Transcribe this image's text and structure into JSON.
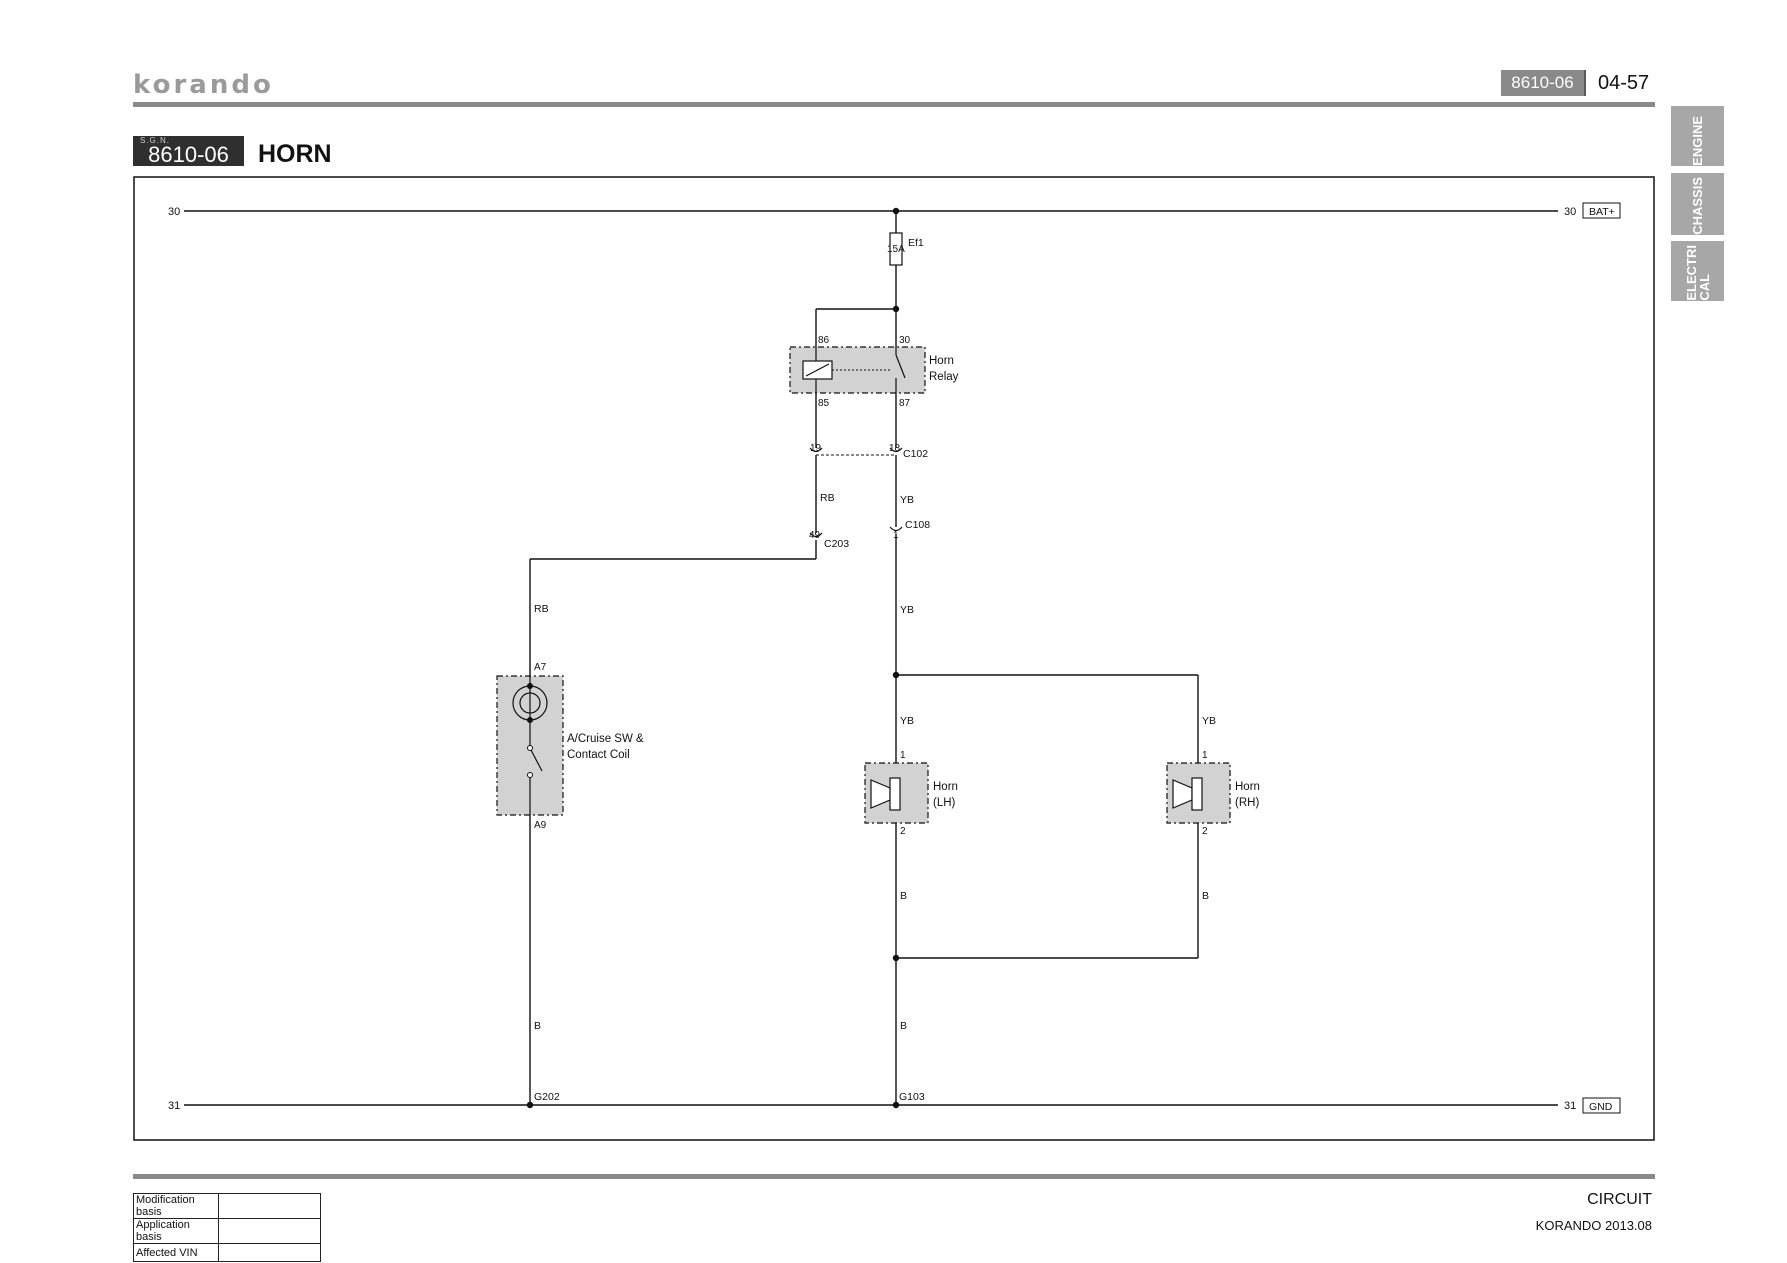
{
  "header": {
    "brand": "korando",
    "section_code": "8610-06",
    "page_number": "04-57",
    "sgn_label": "S.G.N.",
    "title_code": "8610-06",
    "title": "HORN"
  },
  "side_tabs": [
    {
      "label": "ENGINE"
    },
    {
      "label": "CHASSIS"
    },
    {
      "label": "ELECTRI CAL"
    }
  ],
  "diagram": {
    "rails": {
      "bat_left": "30",
      "bat_right": "30",
      "bat_tag": "BAT+",
      "gnd_left": "31",
      "gnd_right": "31",
      "gnd_tag": "GND"
    },
    "fuse": {
      "rating": "15A",
      "name": "Ef1"
    },
    "relay": {
      "pin86": "86",
      "pin30": "30",
      "pin85": "85",
      "pin87": "87",
      "name_line1": "Horn",
      "name_line2": "Relay"
    },
    "c102": {
      "pin_left": "19",
      "pin_right": "18",
      "name": "C102"
    },
    "c203": {
      "pin": "49",
      "name": "C203"
    },
    "c108": {
      "pin": "1",
      "name": "C108"
    },
    "switch": {
      "pin_top": "A7",
      "pin_bottom": "A9",
      "name_line1": "A/Cruise SW &",
      "name_line2": "Contact Coil"
    },
    "horn_lh": {
      "pin1": "1",
      "pin2": "2",
      "name_line1": "Horn",
      "name_line2": "(LH)"
    },
    "horn_rh": {
      "pin1": "1",
      "pin2": "2",
      "name_line1": "Horn",
      "name_line2": "(RH)"
    },
    "wires": {
      "rb_upper": "RB",
      "rb_lower": "RB",
      "yb_1": "YB",
      "yb_2": "YB",
      "yb_3": "YB",
      "yb_rh": "YB",
      "b_lh": "B",
      "b_rh": "B",
      "b_gnd_mid": "B",
      "b_gnd_left": "B"
    },
    "grounds": {
      "left": "G202",
      "mid": "G103"
    }
  },
  "footer": {
    "basis_rows": [
      {
        "label": "Modification basis",
        "value": ""
      },
      {
        "label": "Application basis",
        "value": ""
      },
      {
        "label": "Affected VIN",
        "value": ""
      }
    ],
    "category": "CIRCUIT",
    "model_date": "KORANDO 2013.08"
  }
}
